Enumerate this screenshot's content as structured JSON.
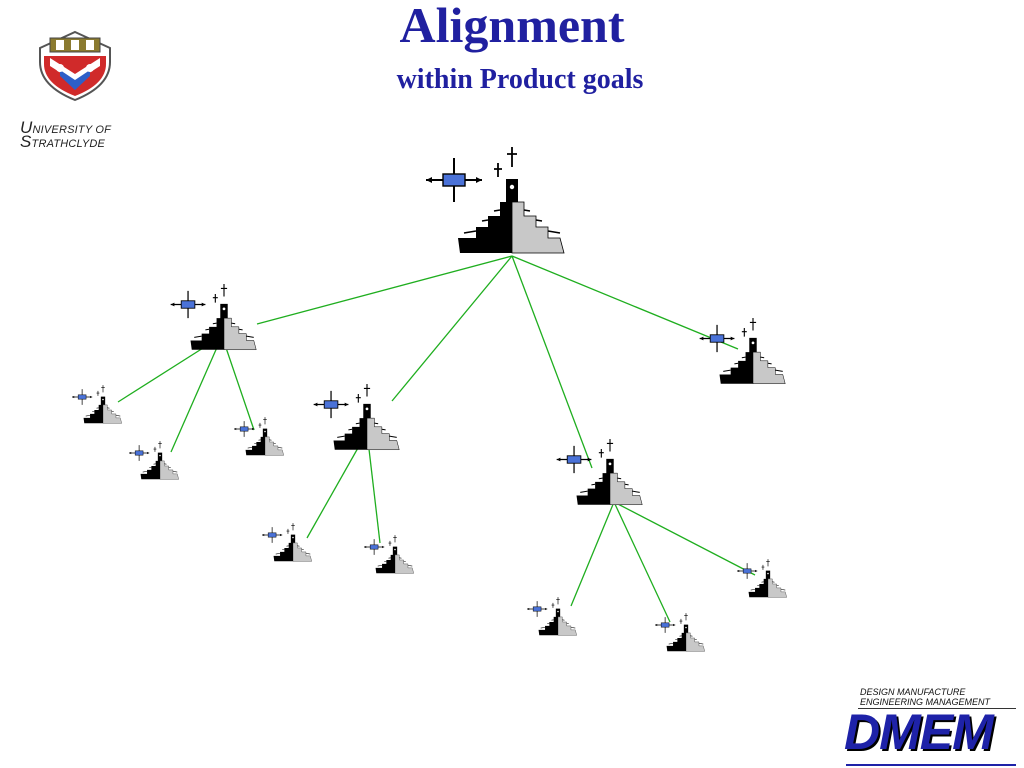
{
  "slide": {
    "title": "Alignment",
    "subtitle": "within Product goals"
  },
  "university": {
    "line1_cap": "U",
    "line1_rest": "NIVERSITY OF",
    "line2_cap": "S",
    "line2_rest": "TRATHCLYDE"
  },
  "department": {
    "line1": "DESIGN MANUFACTURE",
    "line2": "ENGINEERING MANAGEMENT",
    "logo_text": "DMEM"
  },
  "colors": {
    "title": "#2020a0",
    "connector": "#1fae1f",
    "ship_dark": "#000000",
    "ship_light": "#c8c8c8",
    "compass_box": "#4a72d8",
    "dmem_blue": "#1e22a8"
  },
  "diagram": {
    "nodes": [
      {
        "id": "root",
        "level": 0,
        "icon": "battleship-icon"
      },
      {
        "id": "n1",
        "level": 1,
        "parent": "root",
        "icon": "battleship-icon"
      },
      {
        "id": "n2",
        "level": 1,
        "parent": "root",
        "icon": "battleship-icon"
      },
      {
        "id": "n3",
        "level": 1,
        "parent": "root",
        "icon": "battleship-icon"
      },
      {
        "id": "n4",
        "level": 1,
        "parent": "root",
        "icon": "battleship-icon"
      },
      {
        "id": "n1a",
        "level": 2,
        "parent": "n1",
        "icon": "battleship-icon"
      },
      {
        "id": "n1b",
        "level": 2,
        "parent": "n1",
        "icon": "battleship-icon"
      },
      {
        "id": "n1c",
        "level": 2,
        "parent": "n1",
        "icon": "battleship-icon"
      },
      {
        "id": "n2a",
        "level": 2,
        "parent": "n2",
        "icon": "battleship-icon"
      },
      {
        "id": "n2b",
        "level": 2,
        "parent": "n2",
        "icon": "battleship-icon"
      },
      {
        "id": "n3a",
        "level": 2,
        "parent": "n3",
        "icon": "battleship-icon"
      },
      {
        "id": "n3b",
        "level": 2,
        "parent": "n3",
        "icon": "battleship-icon"
      },
      {
        "id": "n3c",
        "level": 2,
        "parent": "n3",
        "icon": "battleship-icon"
      }
    ]
  }
}
